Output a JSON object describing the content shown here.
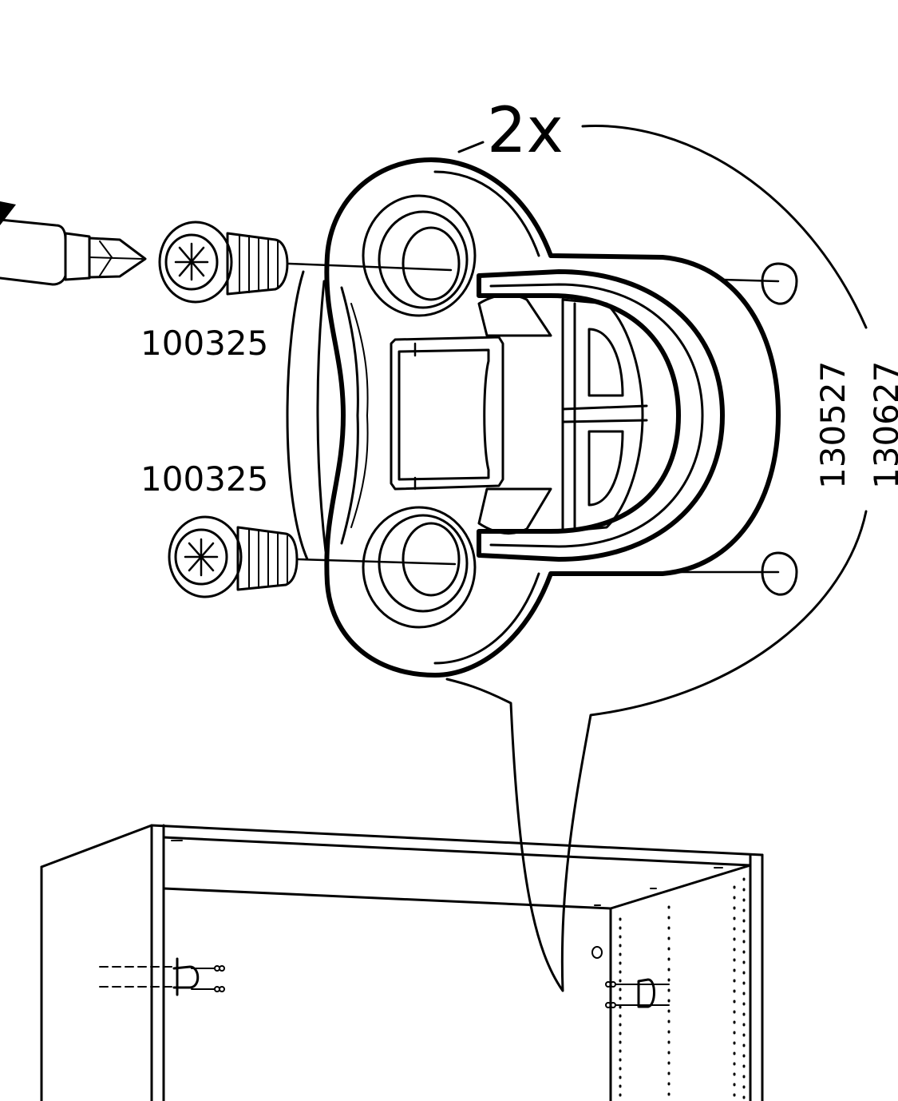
{
  "quantity_label": "2x",
  "screw_top_part_number": "100325",
  "screw_bottom_part_number": "100325",
  "bracket_part_number_a": "130527",
  "bracket_part_number_b": "130627",
  "colors": {
    "ink": "#000000",
    "paper": "#ffffff"
  },
  "icons": [
    "screwdriver-bit-icon",
    "screw-icon",
    "hinge-bracket-icon",
    "cabinet-icon"
  ]
}
